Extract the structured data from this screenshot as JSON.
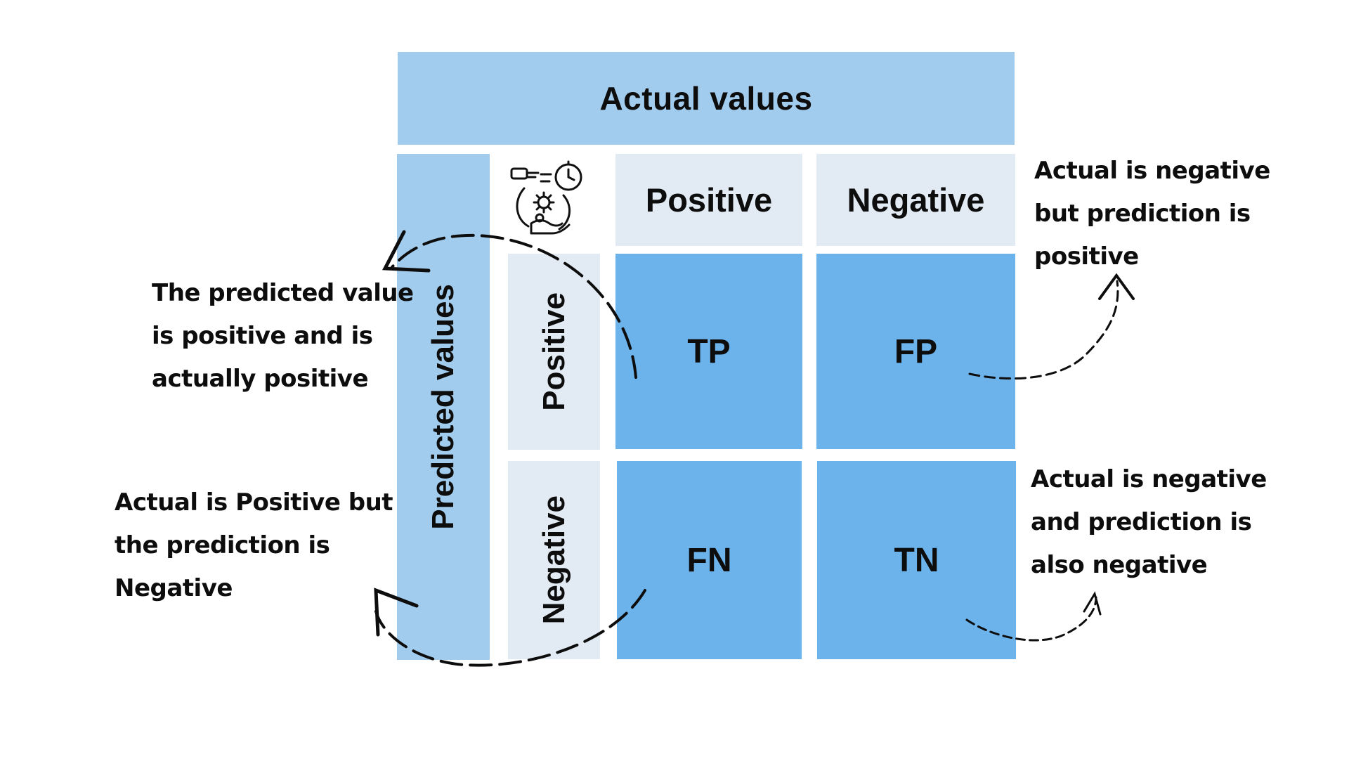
{
  "header": {
    "title": "Actual values"
  },
  "side": {
    "title": "Predicted values"
  },
  "columns": {
    "positive": "Positive",
    "negative": "Negative"
  },
  "rows": {
    "positive": "Positive",
    "negative": "Negative"
  },
  "cells": {
    "tp": "TP",
    "fp": "FP",
    "fn": "FN",
    "tn": "TN"
  },
  "notes": {
    "tp": [
      "The predicted value",
      "is positive and is",
      "actually positive"
    ],
    "fn": [
      "Actual is Positive but",
      "the prediction is",
      "Negative"
    ],
    "fp": [
      "Actual is negative",
      "but prediction is",
      "positive"
    ],
    "tn": [
      "Actual is negative",
      "and prediction is",
      "also negative"
    ]
  },
  "colors": {
    "header_fill": "#a2cced",
    "label_fill": "#e2eaf3",
    "cell_fill": "#6cb3ec",
    "text": "#0d0d0d"
  },
  "icon": "ml-process-icon"
}
